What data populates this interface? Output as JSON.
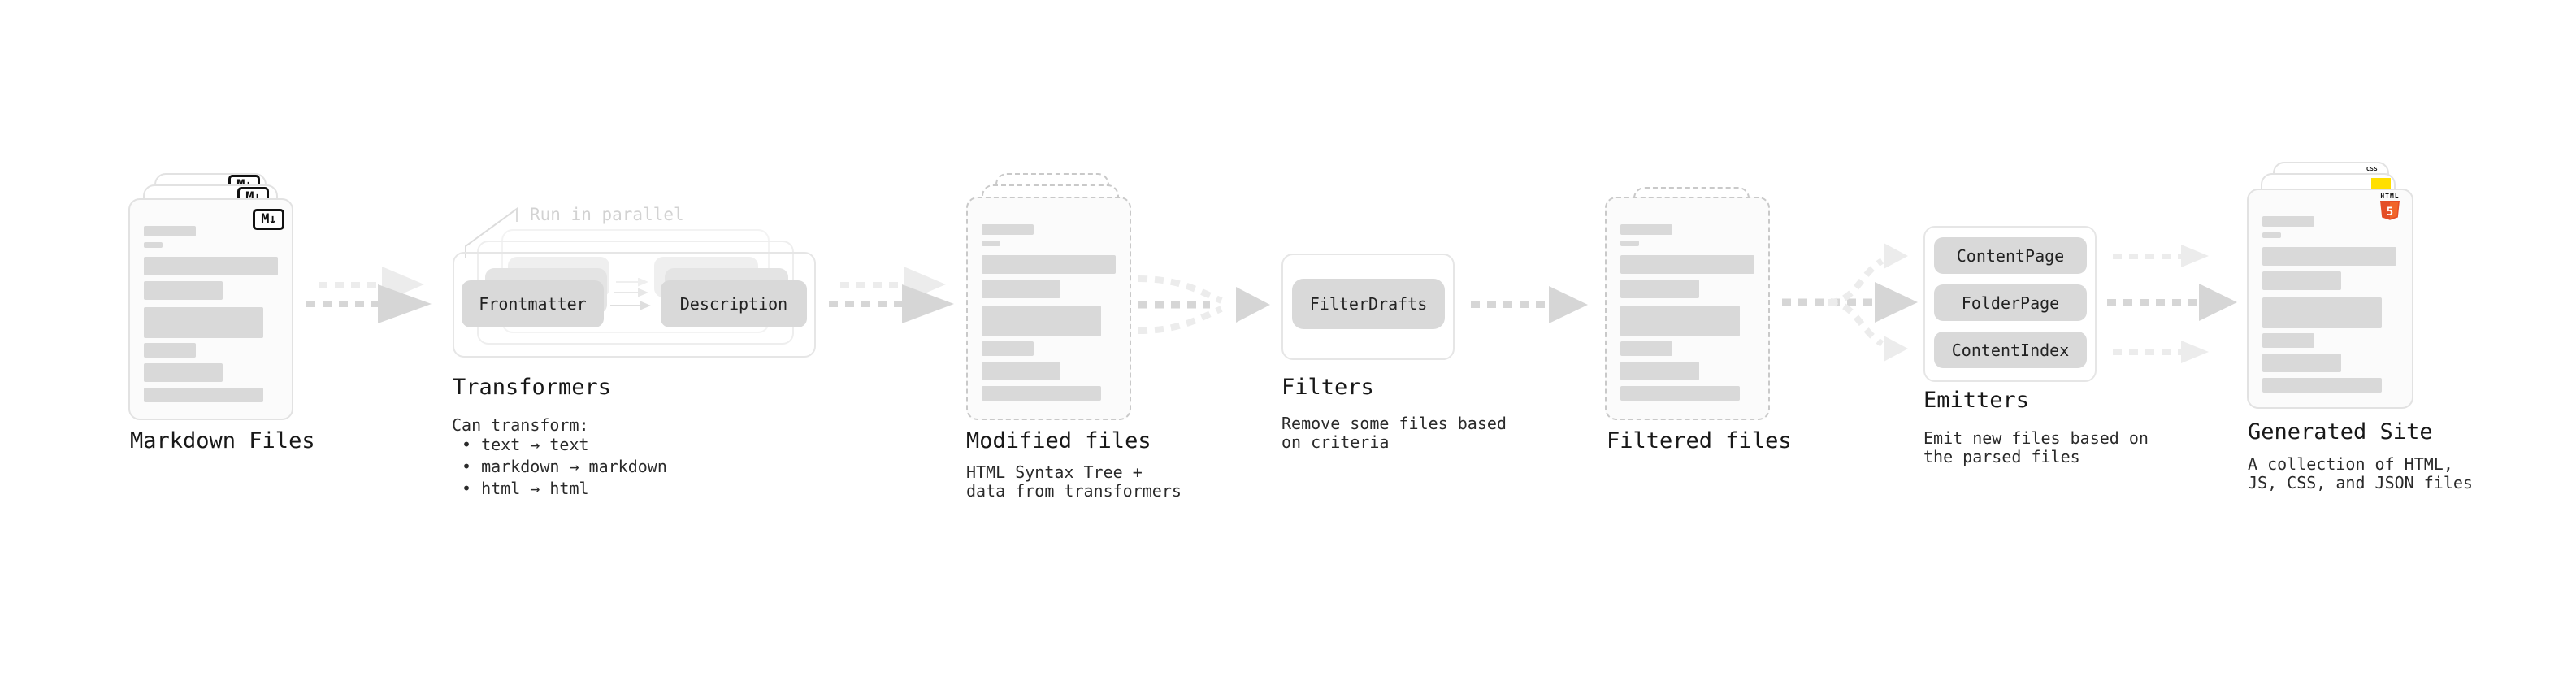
{
  "colors": {
    "text": "#1c1c1c",
    "muted_note": "#d2d2d2",
    "pill_bg": "#d9d9d9",
    "bar_gray": "#d9d9d9",
    "arrow_dark": "#d6d6d6",
    "arrow_light": "#ececec",
    "html5_orange": "#e44d26",
    "html5_orange_light": "#f16529",
    "css_blue": "#2f6af4",
    "js_yellow": "#ffdf00"
  },
  "stages": {
    "markdown": {
      "label": "Markdown Files",
      "badge": "M↓"
    },
    "transformers": {
      "title": "Transformers",
      "note": "Run in parallel",
      "pill_left": "Frontmatter",
      "pill_right": "Description",
      "desc_heading": "Can transform:",
      "bullets": [
        "• text → text",
        "• markdown → markdown",
        "• html → html"
      ]
    },
    "modified": {
      "title": "Modified files",
      "desc": "HTML Syntax Tree +\ndata from transformers"
    },
    "filters": {
      "title": "Filters",
      "pill": "FilterDrafts",
      "desc": "Remove some files based\non criteria"
    },
    "filtered": {
      "title": "Filtered files"
    },
    "emitters": {
      "title": "Emitters",
      "pills": [
        "ContentPage",
        "FolderPage",
        "ContentIndex"
      ],
      "desc": "Emit new files based on\nthe parsed files"
    },
    "generated": {
      "title": "Generated Site",
      "desc": "A collection of HTML,\nJS, CSS, and JSON files",
      "badge_css": "CSS",
      "badge_html_label": "HTML",
      "badge_html_number": "5"
    }
  }
}
